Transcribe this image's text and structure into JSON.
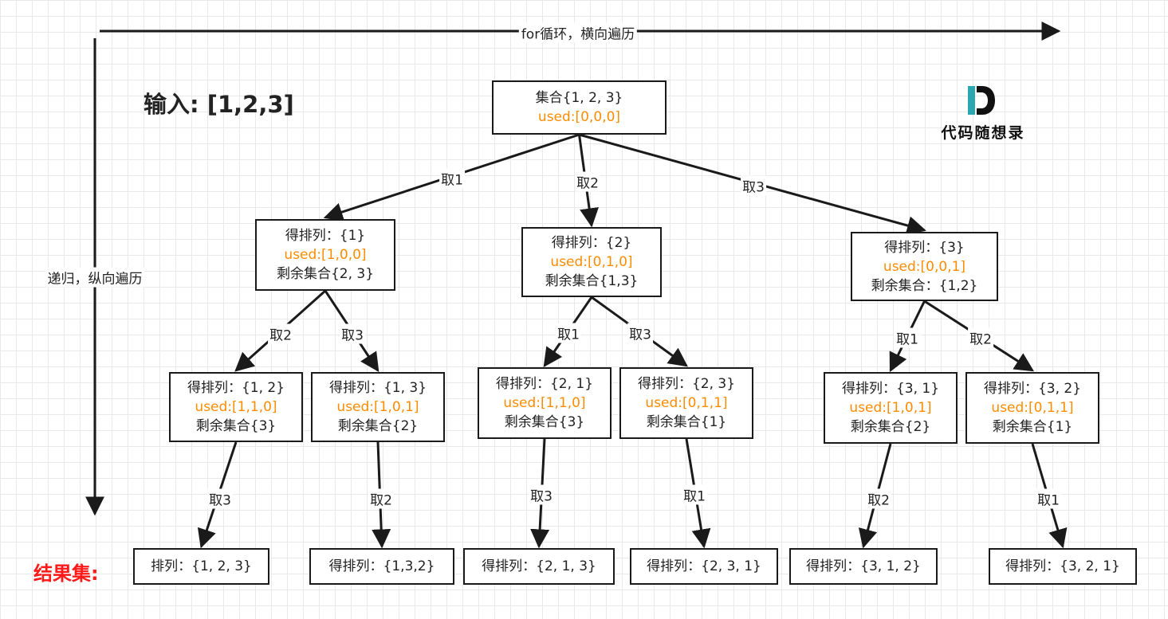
{
  "axes": {
    "horizontal_label": "for循环，横向遍历",
    "vertical_label": "递归，纵向遍历"
  },
  "input_label": "输入: [1,2,3]",
  "result_label": "结果集:",
  "logo": {
    "text": "代码随想录",
    "icon": "d-logo-icon"
  },
  "colors": {
    "used": "#ff8c00",
    "result": "#ff1a1a",
    "border": "#1a1a1a"
  },
  "nodes": {
    "root": {
      "lines": [
        "集合{1, 2, 3}",
        "used:[0,0,0]"
      ]
    },
    "n1": {
      "lines": [
        "得排列：{1}",
        "used:[1,0,0]",
        "剩余集合{2, 3}"
      ]
    },
    "n2": {
      "lines": [
        "得排列：{2}",
        "used:[0,1,0]",
        "剩余集合{1,3}"
      ]
    },
    "n3": {
      "lines": [
        "得排列：{3}",
        "used:[0,0,1]",
        "剩余集合：{1,2}"
      ]
    },
    "n12": {
      "lines": [
        "得排列：{1, 2}",
        "used:[1,1,0]",
        "剩余集合{3}"
      ]
    },
    "n13": {
      "lines": [
        "得排列：{1, 3}",
        "used:[1,0,1]",
        "剩余集合{2}"
      ]
    },
    "n21": {
      "lines": [
        "得排列：{2, 1}",
        "used:[1,1,0]",
        "剩余集合{3}"
      ]
    },
    "n23": {
      "lines": [
        "得排列：{2, 3}",
        "used:[0,1,1]",
        "剩余集合{1}"
      ]
    },
    "n31": {
      "lines": [
        "得排列：{3, 1}",
        "used:[1,0,1]",
        "剩余集合{2}"
      ]
    },
    "n32": {
      "lines": [
        "得排列：{3, 2}",
        "used:[0,1,1]",
        "剩余集合{1}"
      ]
    },
    "r123": {
      "lines": [
        "排列：{1, 2, 3}"
      ]
    },
    "r132": {
      "lines": [
        "得排列：{1,3,2}"
      ]
    },
    "r213": {
      "lines": [
        "得排列：{2, 1, 3}"
      ]
    },
    "r231": {
      "lines": [
        "得排列：{2, 3, 1}"
      ]
    },
    "r312": {
      "lines": [
        "得排列：{3, 1, 2}"
      ]
    },
    "r321": {
      "lines": [
        "得排列：{3, 2, 1}"
      ]
    }
  },
  "edges": [
    {
      "from": "root",
      "to": "n1",
      "label": "取1"
    },
    {
      "from": "root",
      "to": "n2",
      "label": "取2"
    },
    {
      "from": "root",
      "to": "n3",
      "label": "取3"
    },
    {
      "from": "n1",
      "to": "n12",
      "label": "取2"
    },
    {
      "from": "n1",
      "to": "n13",
      "label": "取3"
    },
    {
      "from": "n2",
      "to": "n21",
      "label": "取1"
    },
    {
      "from": "n2",
      "to": "n23",
      "label": "取3"
    },
    {
      "from": "n3",
      "to": "n31",
      "label": "取1"
    },
    {
      "from": "n3",
      "to": "n32",
      "label": "取2"
    },
    {
      "from": "n12",
      "to": "r123",
      "label": "取3"
    },
    {
      "from": "n13",
      "to": "r132",
      "label": "取2"
    },
    {
      "from": "n21",
      "to": "r213",
      "label": "取3"
    },
    {
      "from": "n23",
      "to": "r231",
      "label": "取1"
    },
    {
      "from": "n31",
      "to": "r312",
      "label": "取2"
    },
    {
      "from": "n32",
      "to": "r321",
      "label": "取1"
    }
  ]
}
